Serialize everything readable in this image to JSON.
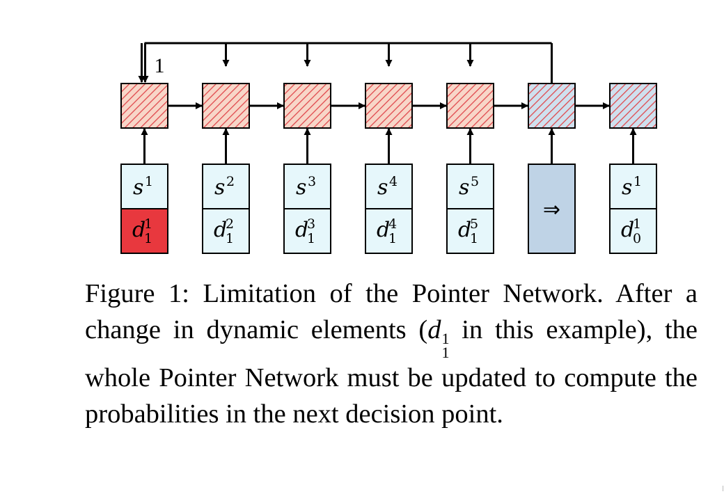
{
  "diagram": {
    "feedback_label": "1",
    "colors": {
      "red_hatch_bg": "#f8d6c8",
      "red_hatch_line": "#e0484c",
      "blue_hatch_bg": "#cfe0ee",
      "blue_hatch_line": "#e0484c",
      "input_light": "#e6f7fb",
      "input_red": "#e8383e",
      "transform_box": "#bfd3e6",
      "stroke": "#000000"
    },
    "inputs": [
      {
        "s_base": "s",
        "s_sup": "1",
        "d_base": "d",
        "d_sup": "1",
        "d_sub": "1",
        "highlight": true
      },
      {
        "s_base": "s",
        "s_sup": "2",
        "d_base": "d",
        "d_sup": "2",
        "d_sub": "1",
        "highlight": false
      },
      {
        "s_base": "s",
        "s_sup": "3",
        "d_base": "d",
        "d_sup": "3",
        "d_sub": "1",
        "highlight": false
      },
      {
        "s_base": "s",
        "s_sup": "4",
        "d_base": "d",
        "d_sup": "4",
        "d_sub": "1",
        "highlight": false
      },
      {
        "s_base": "s",
        "s_sup": "5",
        "d_base": "d",
        "d_sup": "5",
        "d_sub": "1",
        "highlight": false
      },
      {
        "transform_symbol": "⇒"
      },
      {
        "s_base": "s",
        "s_sup": "1",
        "d_base": "d",
        "d_sup": "1",
        "d_sub": "0",
        "highlight": false
      }
    ]
  },
  "caption": {
    "part1": "Figure 1:  Limitation of the Pointer Network. After a change in dynamic elements (",
    "math_base": "d",
    "math_sup": "1",
    "math_sub": "1",
    "part2": " in this example), the whole Pointer Network must be updated to compute the probabilities in the next decision point."
  }
}
